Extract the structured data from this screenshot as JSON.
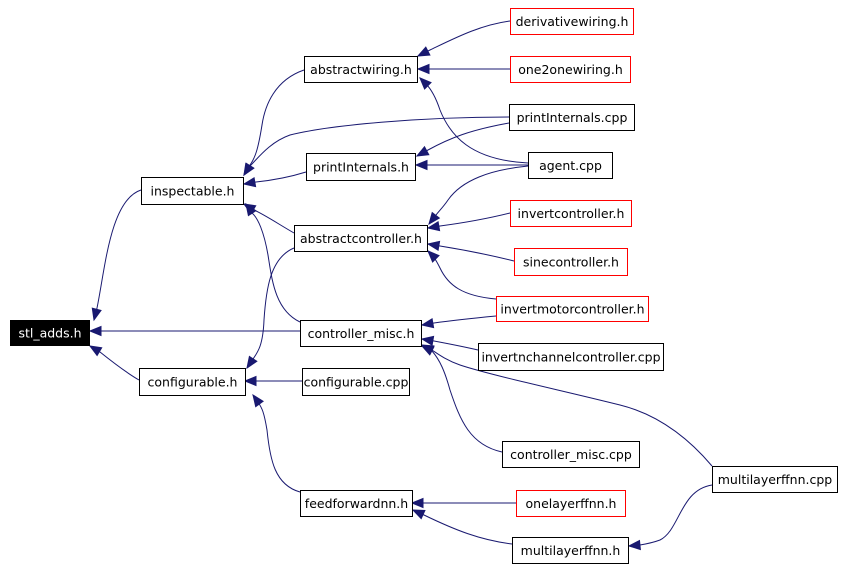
{
  "colors": {
    "edge": "#191970",
    "root_fill": "#000000",
    "root_text": "#ffffff",
    "node_border": "#000000",
    "leaf_border": "#ff0000",
    "node_fill": "#ffffff",
    "node_text": "#000000"
  },
  "nodes": {
    "stl_adds": {
      "label": "stl_adds.h",
      "style": "root"
    },
    "inspectable": {
      "label": "inspectable.h",
      "style": "normal"
    },
    "configurable": {
      "label": "configurable.h",
      "style": "normal"
    },
    "abstractwiring": {
      "label": "abstractwiring.h",
      "style": "normal"
    },
    "printInternals_h": {
      "label": "printInternals.h",
      "style": "normal"
    },
    "abstractcontroller": {
      "label": "abstractcontroller.h",
      "style": "normal"
    },
    "controller_misc_h": {
      "label": "controller_misc.h",
      "style": "normal"
    },
    "configurable_cpp": {
      "label": "configurable.cpp",
      "style": "normal"
    },
    "feedforwardnn": {
      "label": "feedforwardnn.h",
      "style": "normal"
    },
    "derivativewiring": {
      "label": "derivativewiring.h",
      "style": "red"
    },
    "one2onewiring": {
      "label": "one2onewiring.h",
      "style": "red"
    },
    "printInternals_cpp": {
      "label": "printInternals.cpp",
      "style": "normal"
    },
    "agent_cpp": {
      "label": "agent.cpp",
      "style": "normal"
    },
    "invertcontroller": {
      "label": "invertcontroller.h",
      "style": "red"
    },
    "sinecontroller": {
      "label": "sinecontroller.h",
      "style": "red"
    },
    "invertmotorcontroller": {
      "label": "invertmotorcontroller.h",
      "style": "red"
    },
    "invertnchannelcontroller": {
      "label": "invertnchannelcontroller.cpp",
      "style": "normal"
    },
    "controller_misc_cpp": {
      "label": "controller_misc.cpp",
      "style": "normal"
    },
    "multilayerffnn_cpp": {
      "label": "multilayerffnn.cpp",
      "style": "normal"
    },
    "onelayerffnn": {
      "label": "onelayerffnn.h",
      "style": "red"
    },
    "multilayerffnn_h": {
      "label": "multilayerffnn.h",
      "style": "normal"
    }
  },
  "edges": [
    {
      "from": "inspectable",
      "to": "stl_adds"
    },
    {
      "from": "configurable",
      "to": "stl_adds"
    },
    {
      "from": "controller_misc_h",
      "to": "stl_adds"
    },
    {
      "from": "abstractwiring",
      "to": "inspectable"
    },
    {
      "from": "printInternals_h",
      "to": "inspectable"
    },
    {
      "from": "printInternals_cpp",
      "to": "inspectable"
    },
    {
      "from": "abstractcontroller",
      "to": "inspectable"
    },
    {
      "from": "controller_misc_h",
      "to": "inspectable"
    },
    {
      "from": "abstractcontroller",
      "to": "configurable"
    },
    {
      "from": "configurable_cpp",
      "to": "configurable"
    },
    {
      "from": "feedforwardnn",
      "to": "configurable"
    },
    {
      "from": "derivativewiring",
      "to": "abstractwiring"
    },
    {
      "from": "one2onewiring",
      "to": "abstractwiring"
    },
    {
      "from": "agent_cpp",
      "to": "abstractwiring"
    },
    {
      "from": "printInternals_cpp",
      "to": "printInternals_h"
    },
    {
      "from": "agent_cpp",
      "to": "printInternals_h"
    },
    {
      "from": "agent_cpp",
      "to": "abstractcontroller"
    },
    {
      "from": "invertcontroller",
      "to": "abstractcontroller"
    },
    {
      "from": "sinecontroller",
      "to": "abstractcontroller"
    },
    {
      "from": "invertmotorcontroller",
      "to": "abstractcontroller"
    },
    {
      "from": "invertmotorcontroller",
      "to": "controller_misc_h"
    },
    {
      "from": "invertnchannelcontroller",
      "to": "controller_misc_h"
    },
    {
      "from": "controller_misc_cpp",
      "to": "controller_misc_h"
    },
    {
      "from": "multilayerffnn_cpp",
      "to": "controller_misc_h"
    },
    {
      "from": "onelayerffnn",
      "to": "feedforwardnn"
    },
    {
      "from": "multilayerffnn_h",
      "to": "feedforwardnn"
    },
    {
      "from": "multilayerffnn_cpp",
      "to": "multilayerffnn_h"
    }
  ]
}
